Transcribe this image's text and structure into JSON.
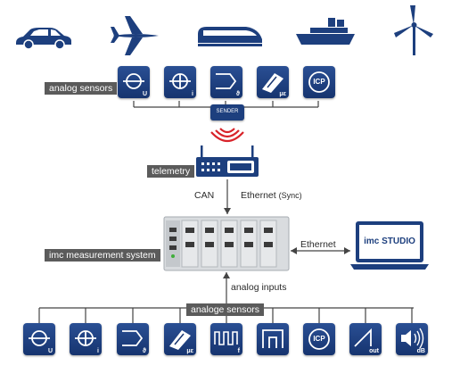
{
  "labels": {
    "analog_sensors": "analog sensors",
    "sender": "SENDER",
    "telemetry": "telemetry",
    "can": "CAN",
    "ethernet_sync": "Ethernet",
    "sync_note": "(Sync)",
    "ethernet": "Ethernet",
    "studio": "imc STUDIO",
    "measurement_system": "imc measurement system",
    "analog_inputs": "analog inputs",
    "analoge_sensors": "analoge sensors"
  },
  "vehicles": [
    "car-icon",
    "airplane-icon",
    "train-icon",
    "ship-icon",
    "wind-turbine-icon"
  ],
  "top_sensors": [
    {
      "icon": "voltage-sensor-icon",
      "sub": "U"
    },
    {
      "icon": "current-sensor-icon",
      "sub": "i"
    },
    {
      "icon": "temperature-sensor-icon",
      "sub": "ϑ"
    },
    {
      "icon": "strain-gauge-icon",
      "sub": "με"
    },
    {
      "icon": "icp-sensor-icon",
      "sub": "ICP"
    }
  ],
  "bottom_sensors": [
    {
      "icon": "voltage-sensor-icon",
      "sub": "U"
    },
    {
      "icon": "current-sensor-icon",
      "sub": "i"
    },
    {
      "icon": "temperature-sensor-icon",
      "sub": "ϑ"
    },
    {
      "icon": "strain-gauge-icon",
      "sub": "με"
    },
    {
      "icon": "frequency-sensor-icon",
      "sub": "f"
    },
    {
      "icon": "digital-input-icon",
      "sub": ""
    },
    {
      "icon": "icp-sensor-icon",
      "sub": "ICP"
    },
    {
      "icon": "analog-output-icon",
      "sub": "out"
    },
    {
      "icon": "sound-level-icon",
      "sub": "dB"
    }
  ],
  "colors": {
    "brand": "#1d3f7e",
    "label_bg": "#5b5b5b",
    "line": "#444444",
    "signal": "#d8232a"
  }
}
